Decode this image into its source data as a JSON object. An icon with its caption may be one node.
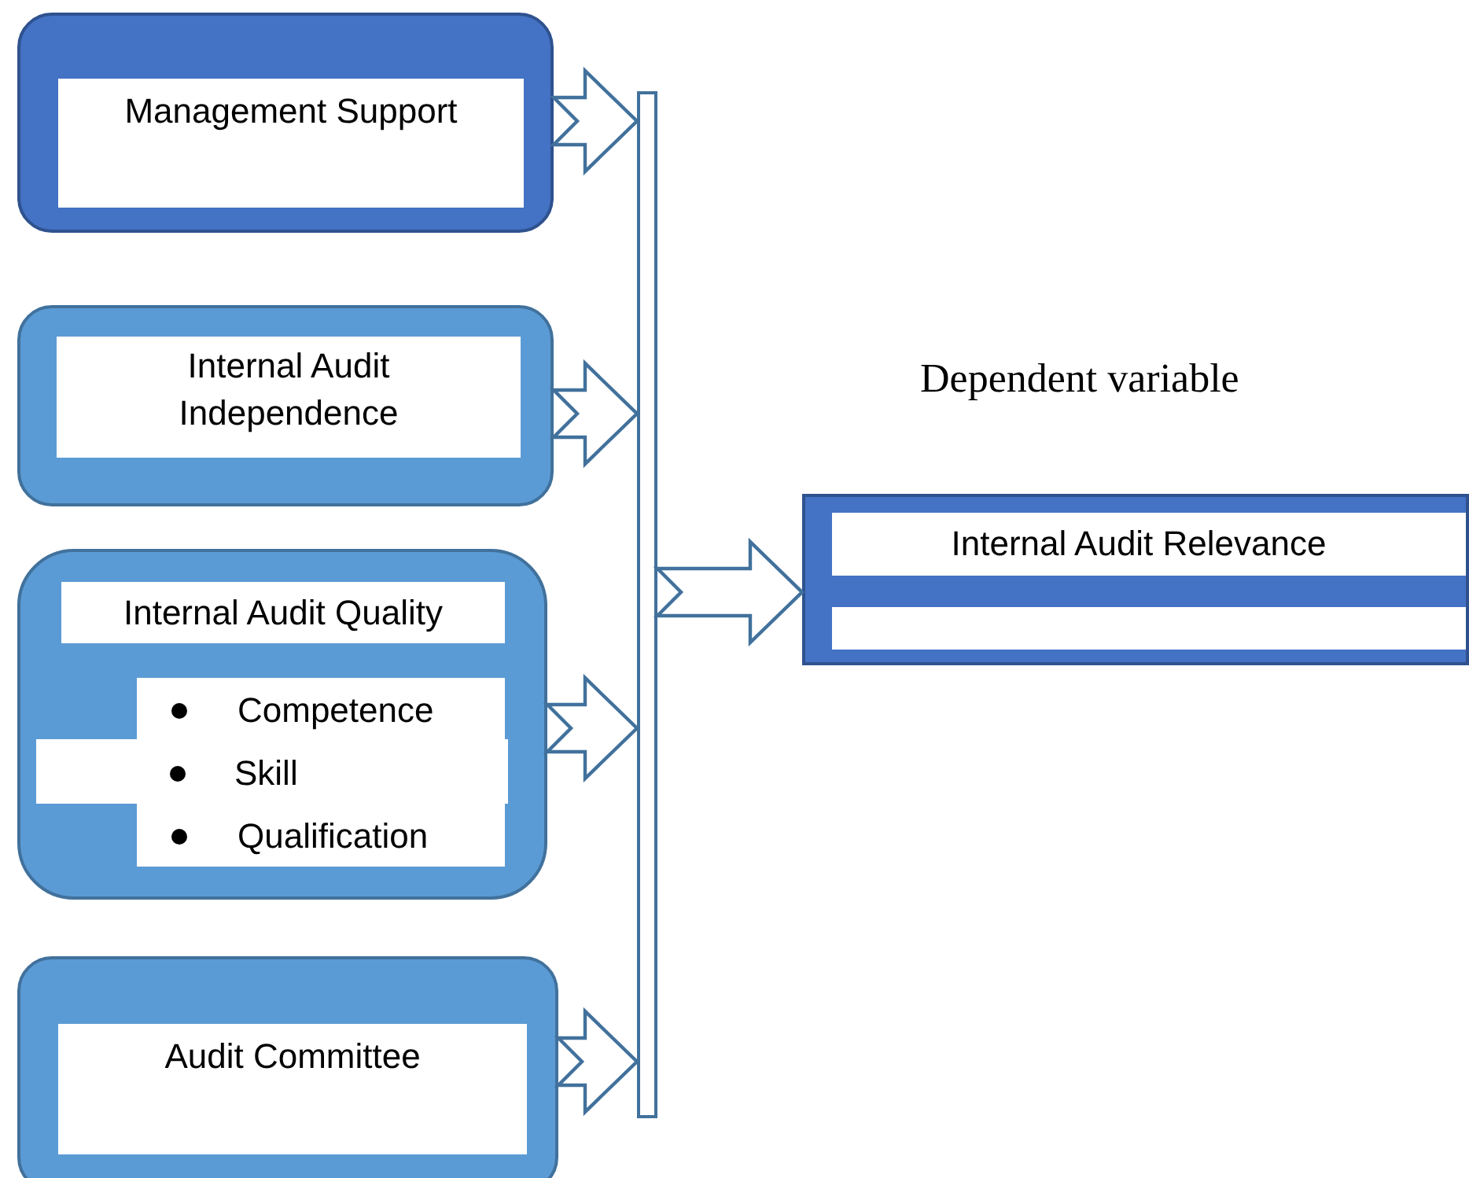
{
  "diagram": {
    "nodes": [
      {
        "text": [
          "Management   Support"
        ]
      },
      {
        "text": [
          "Internal Audit Independence"
        ]
      },
      {
        "text": [
          "Internal Audit Quality",
          "Competence",
          "Skill",
          "Qualification"
        ]
      },
      {
        "text": [
          "Audit Committee"
        ]
      },
      {
        "text": [],
        "shape": "bar"
      },
      {
        "text": [
          "Internal Audit Relevance"
        ]
      }
    ],
    "edges": [
      {
        "from": 0,
        "to": 4,
        "arrow": "to"
      },
      {
        "from": 1,
        "to": 4,
        "arrow": "to"
      },
      {
        "from": 2,
        "to": 4,
        "arrow": "to"
      },
      {
        "from": 3,
        "to": 4,
        "arrow": "to"
      },
      {
        "from": 4,
        "to": 5,
        "arrow": "to"
      }
    ],
    "labels": [
      "Dependent variable"
    ]
  }
}
